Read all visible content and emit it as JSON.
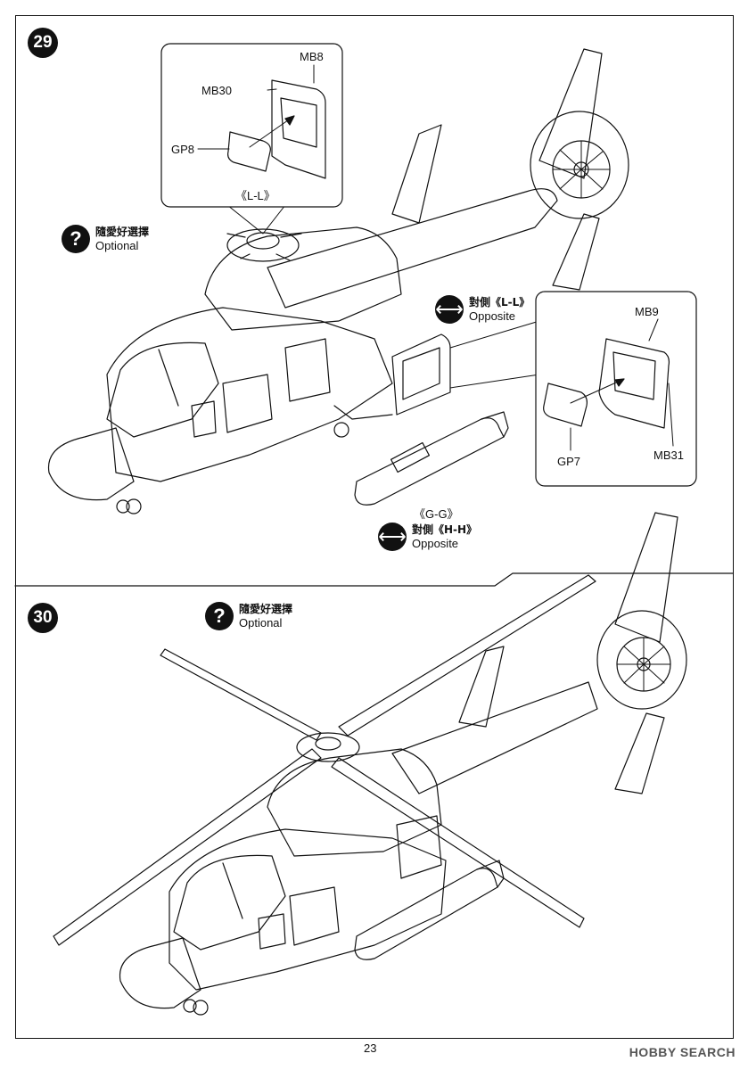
{
  "steps": [
    {
      "number": "29",
      "optional_note": {
        "cjk": "隨愛好選擇",
        "en": "Optional"
      },
      "callout_left": {
        "parts": [
          "MB8",
          "MB30",
          "GP8"
        ],
        "section_label": "《L-L》"
      },
      "opposite_note_right": {
        "cjk": "對側《L-L》",
        "en": "Opposite"
      },
      "callout_right": {
        "parts": [
          "MB9",
          "GP7",
          "MB31"
        ]
      },
      "missile_note": {
        "section_label": "《G-G》",
        "cjk": "對側《H-H》",
        "en": "Opposite"
      }
    },
    {
      "number": "30",
      "optional_note": {
        "cjk": "隨愛好選擇",
        "en": "Optional"
      }
    }
  ],
  "icons": {
    "question": "?",
    "double_arrow": "⟷"
  },
  "page_number": "23",
  "watermark": "HOBBY SEARCH"
}
